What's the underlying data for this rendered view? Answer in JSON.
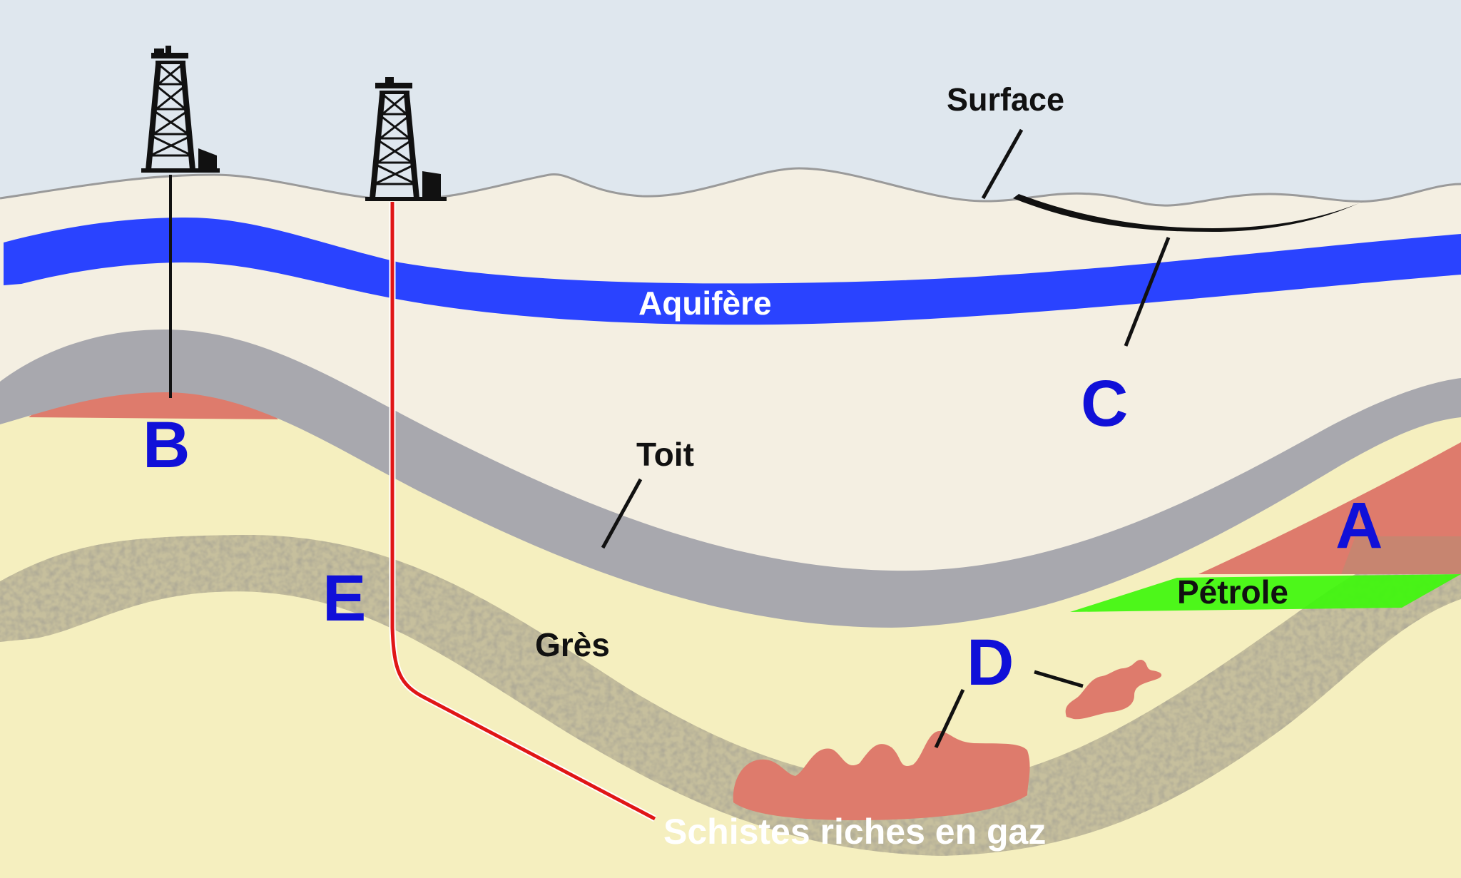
{
  "labels": {
    "surface": "Surface",
    "aquifer": "Aquifère",
    "caprock": "Toit",
    "sandstone": "Grès",
    "oil": "Pétrole",
    "shale": "Schistes riches en gaz"
  },
  "markers": {
    "a": "A",
    "b": "B",
    "c": "C",
    "d": "D",
    "e": "E"
  },
  "colors": {
    "sky": "#dfe7ee",
    "upper_rock": "#f4efe2",
    "sandstone": "#f5efbf",
    "aquifer": "#2a43ff",
    "caprock": "#a8a8ae",
    "gas": "#de7b6c",
    "oil": "#3ef70c",
    "shale": "#b7b08f",
    "marker_blue": "#1010d8",
    "well_red": "#e01616"
  },
  "icons": [
    "drilling-rig-icon",
    "drilling-rig-icon"
  ]
}
